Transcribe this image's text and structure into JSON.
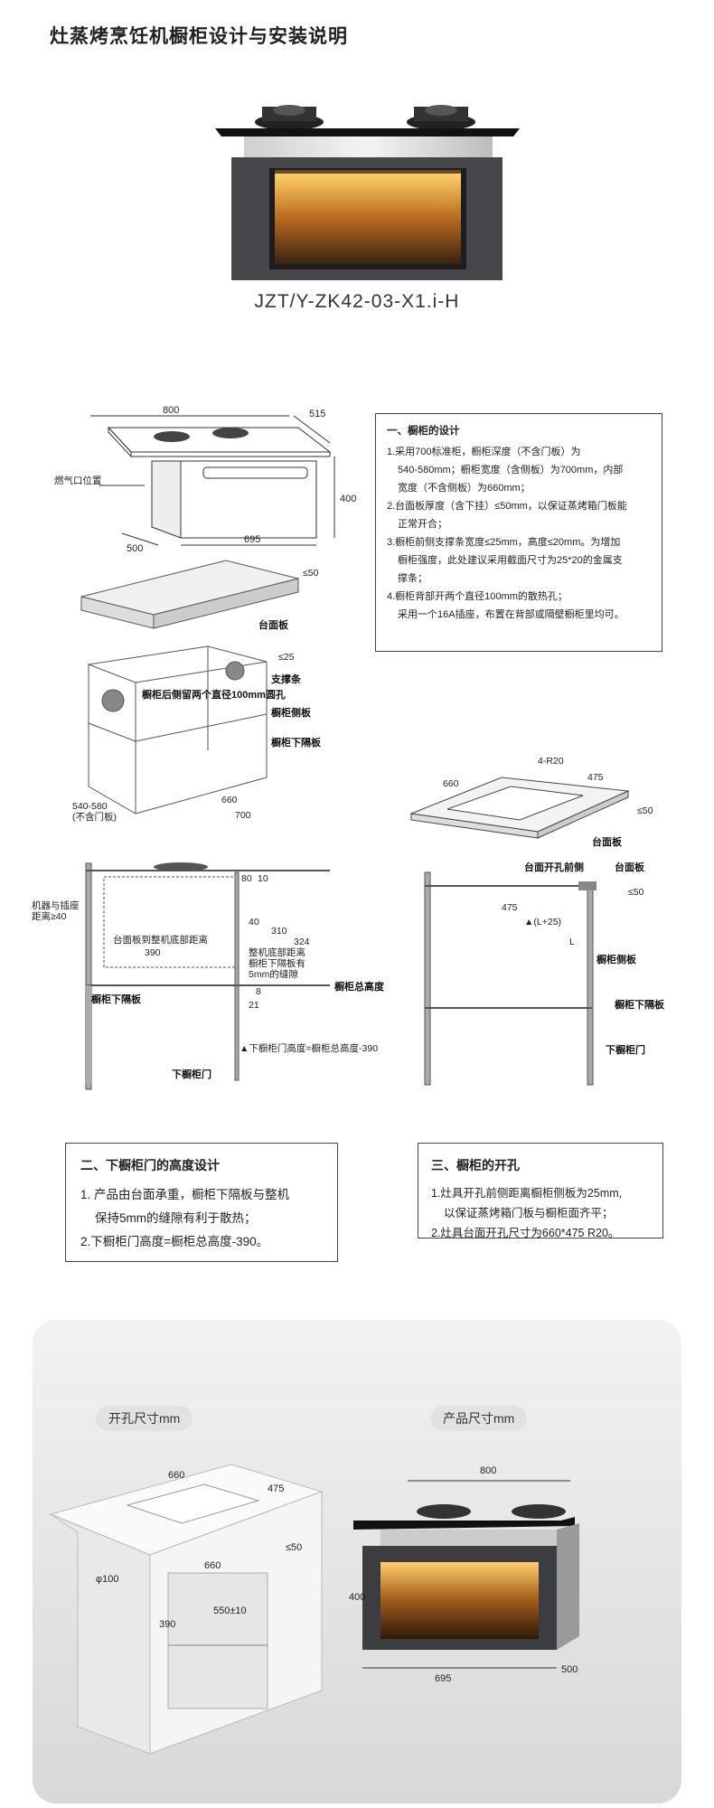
{
  "page": {
    "title": "灶蒸烤烹饪机橱柜设计与安装说明",
    "model": "JZT/Y-ZK42-03-X1.i-H"
  },
  "drawing1": {
    "w800": "800",
    "w515": "515",
    "h400": "400",
    "w500": "500",
    "w695": "695",
    "gas_port": "燃气口位置"
  },
  "drawing2": {
    "le50": "≤50",
    "countertop": "台面板",
    "le25": "≤25",
    "support": "支撑条",
    "holes": "橱柜后侧留两个直径100mm圆孔",
    "side_panel": "橱柜侧板",
    "lower_shelf": "橱柜下隔板",
    "d540": "540-580",
    "d540_note": "(不含门板)",
    "d660": "660",
    "d700": "700"
  },
  "box1": {
    "heading": "一、橱柜的设计",
    "lines": [
      "1.采用700标准柜，橱柜深度（不含门板）为",
      "540-580mm；橱柜宽度（含侧板）为700mm，内部",
      "宽度（不含侧板）为660mm；",
      "2.台面板厚度（含下挂）≤50mm，以保证蒸烤箱门板能",
      "正常开合；",
      "3.橱柜前侧支撑条宽度≤25mm，高度≤20mm。为增加",
      "橱柜强度，此处建议采用截面尺寸为25*20的金属支",
      "撑条；",
      "4.橱柜背部开两个直径100mm的散热孔；",
      "采用一个16A插座，布置在背部或隔壁橱柜里均可。"
    ]
  },
  "drawing3": {
    "r20": "4-R20",
    "w660": "660",
    "w475": "475",
    "le50": "≤50",
    "countertop": "台面板"
  },
  "drawing4": {
    "socket": "机器与插座",
    "socket2": "距离≥40",
    "d80": "80",
    "d10": "10",
    "dist": "台面板到整机底部距离",
    "d390": "390",
    "d40": "40",
    "d310": "310",
    "d324": "324",
    "gap1": "整机底部距离",
    "gap2": "橱柜下隔板有",
    "gap3": "5mm的缝隙",
    "d8": "8",
    "d21": "21",
    "total": "橱柜总高度",
    "lower_shelf": "橱柜下隔板",
    "door_h": "▲下橱柜门高度=橱柜总高度-390",
    "lower_door": "下橱柜门"
  },
  "drawing5": {
    "front": "台面开孔前侧",
    "countertop": "台面板",
    "le50": "≤50",
    "d475": "475",
    "lplus": "▲(L+25)",
    "l": "L",
    "side": "橱柜侧板",
    "lower_shelf": "橱柜下隔板",
    "lower_door": "下橱柜门"
  },
  "box2": {
    "heading": "二、下橱柜门的高度设计",
    "lines": [
      "1. 产品由台面承重，橱柜下隔板与整机",
      "保持5mm的缝隙有利于散热；",
      "2.下橱柜门高度=橱柜总高度-390。"
    ]
  },
  "box3": {
    "heading": "三、橱柜的开孔",
    "lines": [
      "1.灶具开孔前侧距离橱柜侧板为25mm,",
      "以保证蒸烤箱门板与橱柜面齐平；",
      "2.灶具台面开孔尺寸为660*475 R20。"
    ]
  },
  "bottom": {
    "cut_label": "开孔尺寸mm",
    "product_label": "产品尺寸mm",
    "c660a": "660",
    "c475": "475",
    "c50": "≤50",
    "cphi": "φ100",
    "c660b": "660",
    "c390": "390",
    "c550": "550±10",
    "p800": "800",
    "p400": "400",
    "p695": "695",
    "p500": "500"
  }
}
